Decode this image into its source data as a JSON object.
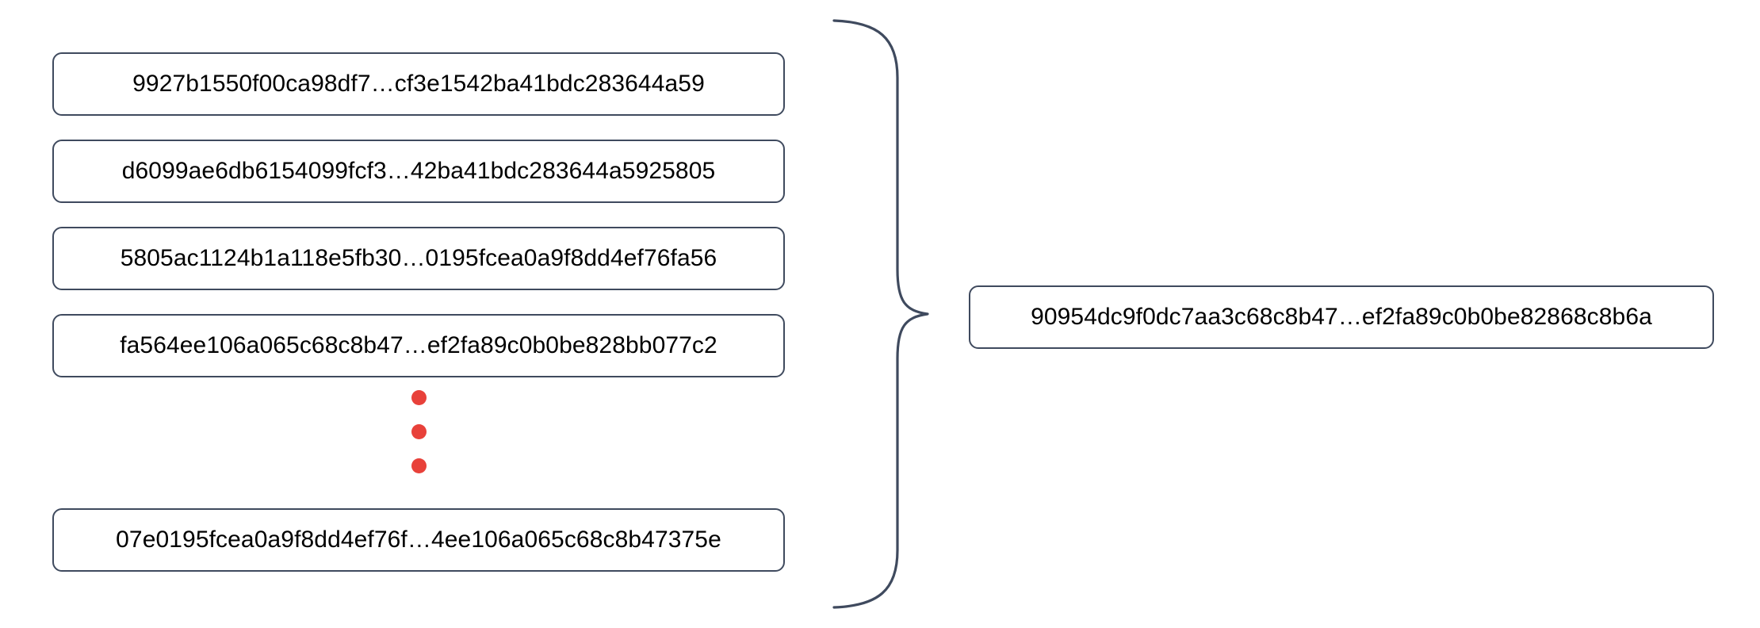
{
  "diagram": {
    "type": "hash-aggregation",
    "colors": {
      "box_border": "#3f4a5e",
      "brace_stroke": "#3f4a5e",
      "ellipsis_dot": "#e8413a",
      "text": "#000000",
      "background": "#ffffff"
    },
    "inputs": [
      {
        "hash": "9927b1550f00ca98df7…cf3e1542ba41bdc283644a59"
      },
      {
        "hash": "d6099ae6db6154099fcf3…42ba41bdc283644a5925805"
      },
      {
        "hash": "5805ac1124b1a118e5fb30…0195fcea0a9f8dd4ef76fa56"
      },
      {
        "hash": "fa564ee106a065c68c8b47…ef2fa89c0b0be828bb077c2"
      },
      {
        "hash": "07e0195fcea0a9f8dd4ef76f…4ee106a065c68c8b47375e"
      }
    ],
    "ellipsis": {
      "name": "vertical-ellipsis",
      "dot_count": 3
    },
    "brace": {
      "name": "right-pointing-curly-brace",
      "orientation": "points-right"
    },
    "output": {
      "hash": "90954dc9f0dc7aa3c68c8b47…ef2fa89c0b0be82868c8b6a"
    }
  }
}
